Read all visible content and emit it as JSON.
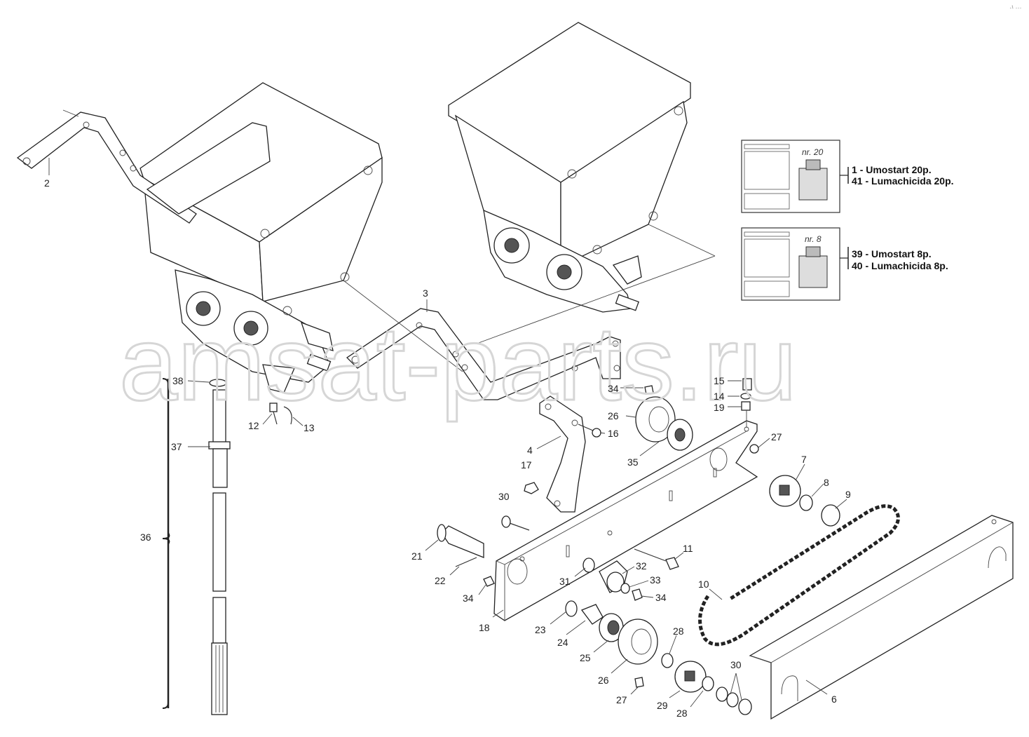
{
  "watermark": "amsat-parts.ru",
  "corner_mark": "·¹ ···",
  "legend": [
    {
      "badge": "nr. 20",
      "lines": [
        {
          "num": "1 ",
          "text": "Umostart 20p."
        },
        {
          "num": "41",
          "text": "Lumachicida 20p."
        }
      ]
    },
    {
      "badge": "nr. 8",
      "lines": [
        {
          "num": "39",
          "text": "Umostart 8p."
        },
        {
          "num": "40",
          "text": "Lumachicida 8p."
        }
      ]
    }
  ],
  "callouts": [
    "2",
    "3",
    "4",
    "6",
    "7",
    "8",
    "9",
    "10",
    "11",
    "12",
    "13",
    "14",
    "15",
    "16",
    "17",
    "18",
    "19",
    "21",
    "22",
    "23",
    "24",
    "25",
    "26",
    "26",
    "27",
    "27",
    "28",
    "28",
    "29",
    "30",
    "30",
    "31",
    "32",
    "33",
    "34",
    "34",
    "34",
    "35",
    "36",
    "37",
    "38"
  ]
}
